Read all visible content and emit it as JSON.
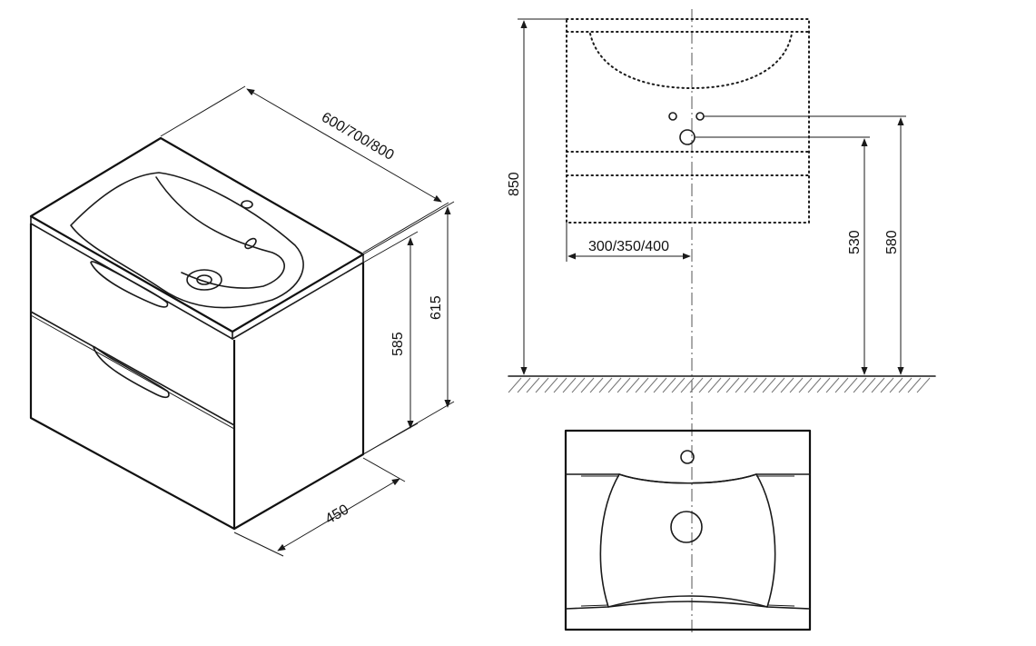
{
  "dimensions": {
    "width_options": "600/700/800",
    "depth": "450",
    "cabinet_height": "585",
    "total_height": "615",
    "mount_height": "850",
    "offset_options": "300/350/400",
    "drain_height": "530",
    "supply_height": "580"
  },
  "colors": {
    "line": "#1a1a1a",
    "background": "#ffffff",
    "hatch": "#777777"
  }
}
